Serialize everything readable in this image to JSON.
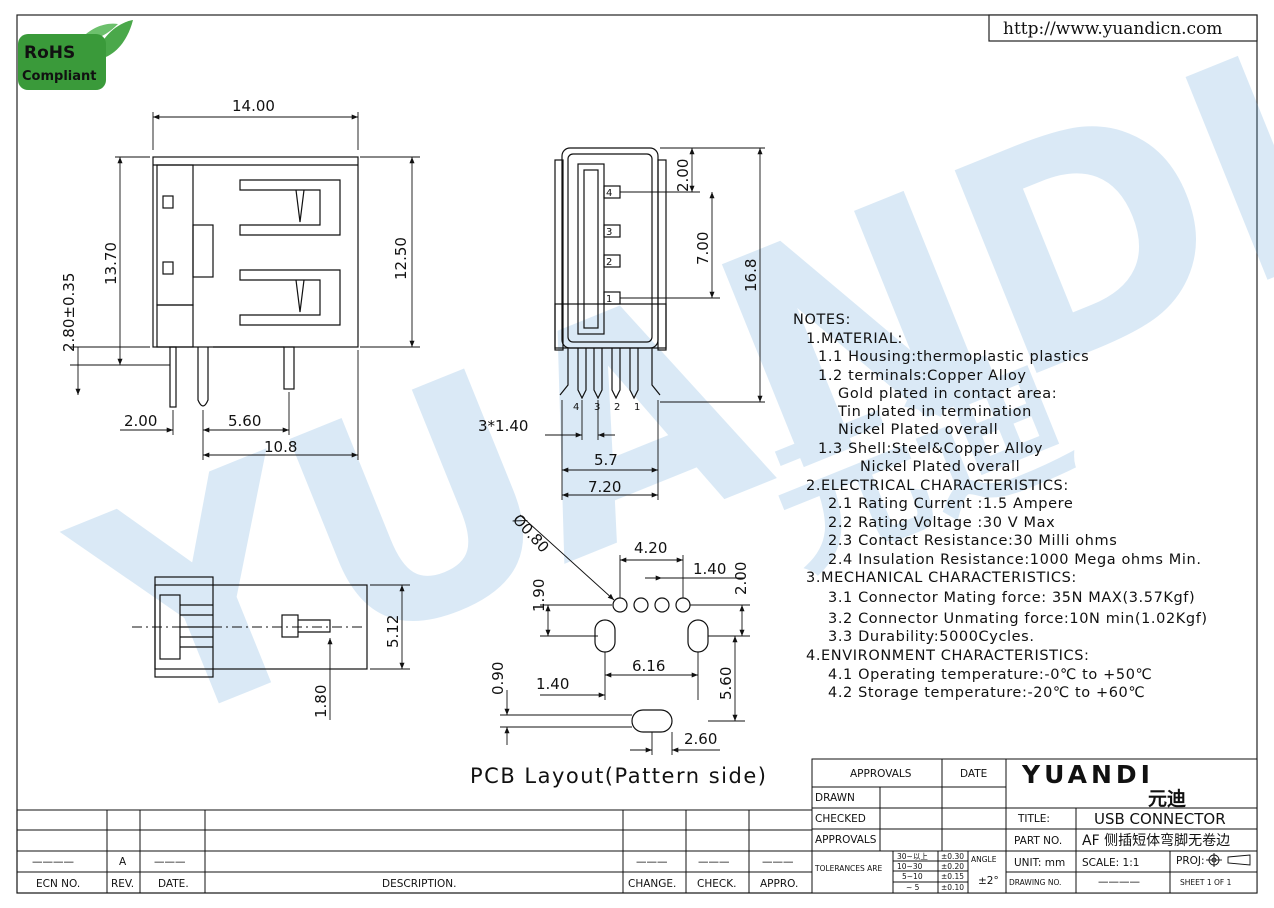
{
  "header": {
    "url": "http://www.yuandicn.com",
    "rohs_line1": "RoHS",
    "rohs_line2": "Compliant"
  },
  "watermark": {
    "brand": "YUANDI",
    "chinese": "元迪"
  },
  "dimensions": {
    "side_width": "14.00",
    "side_height": "13.70",
    "side_inner_height": "12.50",
    "side_pin_offset": "2.80±0.35",
    "side_pin_pitch_a": "2.00",
    "side_pin_pitch_b": "5.60",
    "side_total": "10.8",
    "front_top": "2.00",
    "front_mid": "7.00",
    "front_height": "16.8",
    "front_pitch": "3*1.40",
    "front_inner_width": "5.7",
    "front_width": "7.20",
    "top_depth": "5.12",
    "top_offset": "1.80",
    "hole_dia": "Ø0.80",
    "pcb_4_20": "4.20",
    "pcb_1_40a": "1.40",
    "pcb_2_00": "2.00",
    "pcb_1_90": "1.90",
    "pcb_6_16": "6.16",
    "pcb_0_90": "0.90",
    "pcb_1_40b": "1.40",
    "pcb_5_60": "5.60",
    "pcb_2_60": "2.60",
    "pin_labels": [
      "4",
      "3",
      "2",
      "1"
    ],
    "front_pin_labels": [
      "4",
      "3",
      "2",
      "1"
    ]
  },
  "pcb_caption": "PCB Layout(Pattern side)",
  "notes": [
    "NOTES:",
    "1.MATERIAL:",
    "1.1  Housing:thermoplastic  plastics",
    "1.2  terminals:Copper  Alloy",
    "Gold  plated  in  contact  area:",
    "Tin  plated  in  termination",
    "Nickel  Plated  overall",
    "1.3  Shell:Steel&Copper  Alloy",
    "Nickel  Plated  overall",
    "2.ELECTRICAL  CHARACTERISTICS:",
    "2.1  Rating  Current  :1.5  Ampere",
    "2.2  Rating  Voltage  :30  V  Max",
    "2.3  Contact  Resistance:30  Milli  ohms",
    "2.4  Insulation  Resistance:1000  Mega  ohms  Min.",
    "3.MECHANICAL  CHARACTERISTICS:",
    "3.1  Connector  Mating  force:  35N  MAX(3.57Kgf)",
    "3.2  Connector  Unmating  force:10N  min(1.02Kgf)",
    "3.3  Durability:5000Cycles.",
    "4.ENVIRONMENT  CHARACTERISTICS:",
    "4.1  Operating  temperature:-0℃  to  +50℃",
    "4.2  Storage  temperature:-20℃  to  +60℃"
  ],
  "title_block": {
    "approvals_header": "APPROVALS",
    "date_header": "DATE",
    "logo_text": "YUANDI",
    "logo_cn": "元迪",
    "drawn": "DRAWN",
    "checked": "CHECKED",
    "approvals": "APPROVALS",
    "tolerances": "TOLERANCES  ARE",
    "tol_ranges": [
      "30~以上",
      "10~30",
      "5~10",
      "~ 5"
    ],
    "tol_values": [
      "±0.30",
      "±0.20",
      "±0.15",
      "±0.10"
    ],
    "angle_label": "ANGLE",
    "angle_value": "±2°",
    "title_label": "TITLE:",
    "title_value": "USB CONNECTOR",
    "part_label": "PART  NO.",
    "part_value": "AF 侧插短体弯脚无卷边",
    "unit": "UNIT:  mm",
    "scale": "SCALE:   1:1",
    "proj": "PROJ:",
    "drawing_no": "DRAWING  NO.",
    "drawing_no_value": "————",
    "sheet": "SHEET   1  OF  1"
  },
  "revision_block": {
    "headers": [
      "ECN  NO.",
      "REV.",
      "DATE.",
      "DESCRIPTION.",
      "CHANGE.",
      "CHECK.",
      "APPRO."
    ],
    "row": [
      "————",
      "A",
      "———",
      "",
      "———",
      "———",
      "———"
    ]
  }
}
